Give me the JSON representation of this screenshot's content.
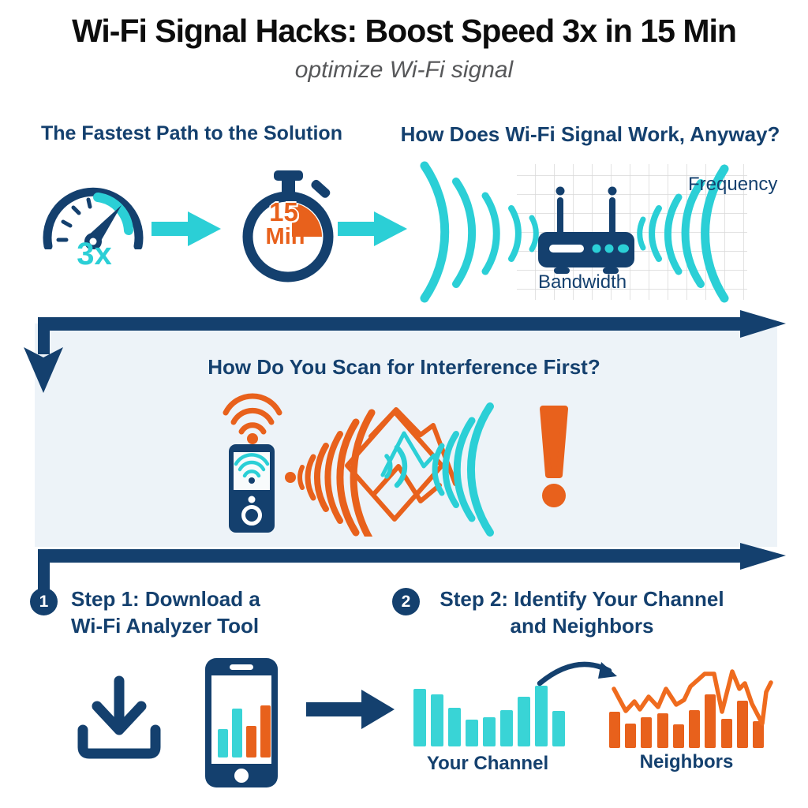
{
  "colors": {
    "navy": "#14406e",
    "cyan": "#2bcfd6",
    "cyan_bar": "#39d4d6",
    "orange": "#e8611c",
    "band_bg": "#edf3f8",
    "grid_line": "#d9d9d9",
    "title_black": "#0d0d0d",
    "subtitle_gray": "#57585a"
  },
  "header": {
    "title": "Wi-Fi Signal Hacks: Boost Speed 3x in 15 Min",
    "subtitle": "optimize Wi-Fi signal"
  },
  "solution": {
    "heading": "The Fastest Path to the Solution",
    "speed_label": "3x",
    "timer_value": "15",
    "timer_unit": "Min",
    "icons": [
      "speedometer-icon",
      "arrow-right-icon",
      "stopwatch-icon",
      "arrow-right-icon"
    ]
  },
  "signal": {
    "heading": "How Does Wi-Fi Signal Work, Anyway?",
    "frequency_label": "Frequency",
    "bandwidth_label": "Bandwidth",
    "icons": [
      "wifi-router-icon",
      "signal-waves-left-icon",
      "signal-waves-right-icon",
      "grid-background"
    ]
  },
  "scan": {
    "heading": "How Do You Scan for Interference First?",
    "icons": [
      "analyzer-phone-icon",
      "wifi-orange-icon",
      "wifi-cyan-icon",
      "interference-waves-icon",
      "exclamation-icon"
    ]
  },
  "steps": {
    "step1": {
      "number": "1",
      "line1": "Step 1: Download a",
      "line2": "Wi-Fi Analyzer Tool"
    },
    "step2": {
      "number": "2",
      "line1": "Step 2: Identify Your Channel",
      "line2": "and Neighbors"
    }
  },
  "bottom_icons": [
    "download-icon",
    "smartphone-chart-icon",
    "arrow-right-icon",
    "curved-arrow-icon"
  ],
  "chart_data": [
    {
      "type": "bar",
      "title": "Your Channel",
      "label": "Your Channel",
      "values": [
        73,
        66,
        49,
        34,
        37,
        46,
        63,
        77,
        45
      ],
      "color": "#39d4d6",
      "ylabel": "",
      "xlabel": "",
      "note": "relative signal-strength bars, no axes shown"
    },
    {
      "type": "bar",
      "title": "Neighbors",
      "label": "Neighbors",
      "values": [
        46,
        31,
        39,
        44,
        30,
        48,
        68,
        37,
        60,
        34
      ],
      "color": "#e8611c",
      "line_points": [
        [
          6,
          38
        ],
        [
          21,
          66
        ],
        [
          32,
          54
        ],
        [
          39,
          64
        ],
        [
          50,
          48
        ],
        [
          62,
          61
        ],
        [
          72,
          38
        ],
        [
          85,
          58
        ],
        [
          95,
          52
        ],
        [
          103,
          35
        ],
        [
          121,
          19
        ],
        [
          133,
          19
        ],
        [
          143,
          67
        ],
        [
          156,
          16
        ],
        [
          165,
          38
        ],
        [
          172,
          31
        ],
        [
          181,
          57
        ],
        [
          194,
          82
        ],
        [
          199,
          42
        ],
        [
          205,
          30
        ]
      ],
      "ylabel": "",
      "xlabel": "",
      "note": "relative signal-strength bars with interference zigzag line, no axes shown"
    }
  ]
}
